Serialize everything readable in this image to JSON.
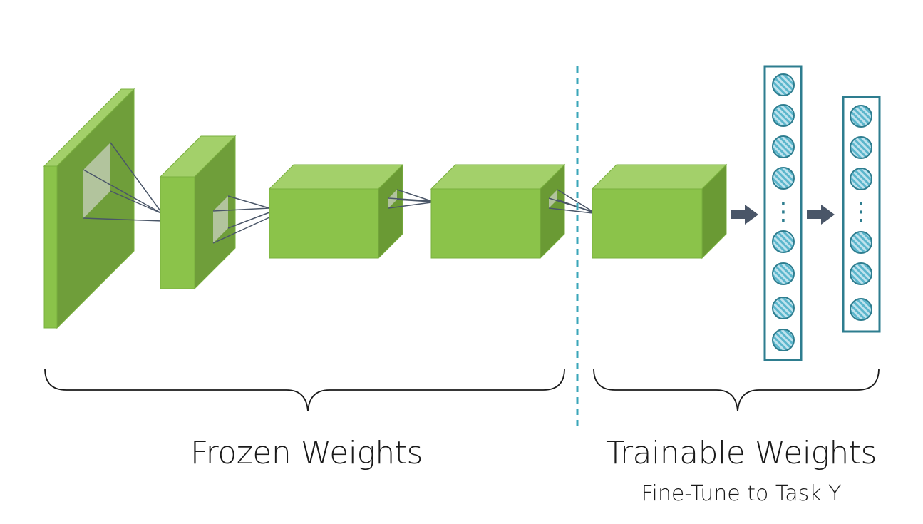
{
  "labels": {
    "frozen": "Frozen Weights",
    "trainable": "Trainable Weights",
    "trainable_sub": "Fine-Tune to Task Y"
  },
  "colors": {
    "block_front": "#8bc34a",
    "block_top": "#a3d06a",
    "block_side": "#6a9a34",
    "plane_face": "#6f9e3a",
    "receptive_field": "#b9c8a8",
    "connector": "#4a5668",
    "divider": "#3aa6b9",
    "vector_border": "#2e7d8f",
    "neuron_fill": "#bfe3ee",
    "neuron_stripe": "#5bb6cc",
    "arrow": "#4a5668",
    "brace": "#1a1a1a"
  },
  "vectors": {
    "hidden_dots": "⋮",
    "output_dots": "⋮"
  }
}
